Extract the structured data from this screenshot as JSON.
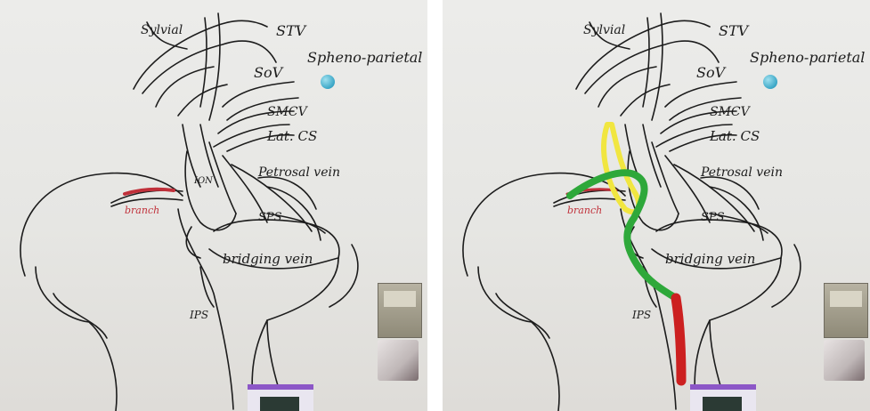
{
  "labels": {
    "sylvian": "Sylvial",
    "stv": "STV",
    "spheno_parietal": "Spheno-parietal",
    "sov": "SoV",
    "smcv": "SMCV",
    "lat_cs": "Lat. CS",
    "petrosal_vein": "Petrosal vein",
    "ion": "ION",
    "sps": "SPS",
    "bridging_vein": "bridging vein",
    "ips": "IPS",
    "branch": "branch"
  },
  "colors": {
    "ink": "#1c1c1c",
    "red_marker": "#c0303a",
    "green_path": "#2ea83a",
    "yellow_path": "#f1e640",
    "red_path": "#cc2020",
    "marker_blue": "#3aa6c6"
  },
  "panels": [
    {
      "id": "left",
      "annotated": false
    },
    {
      "id": "right",
      "annotated": true
    }
  ]
}
